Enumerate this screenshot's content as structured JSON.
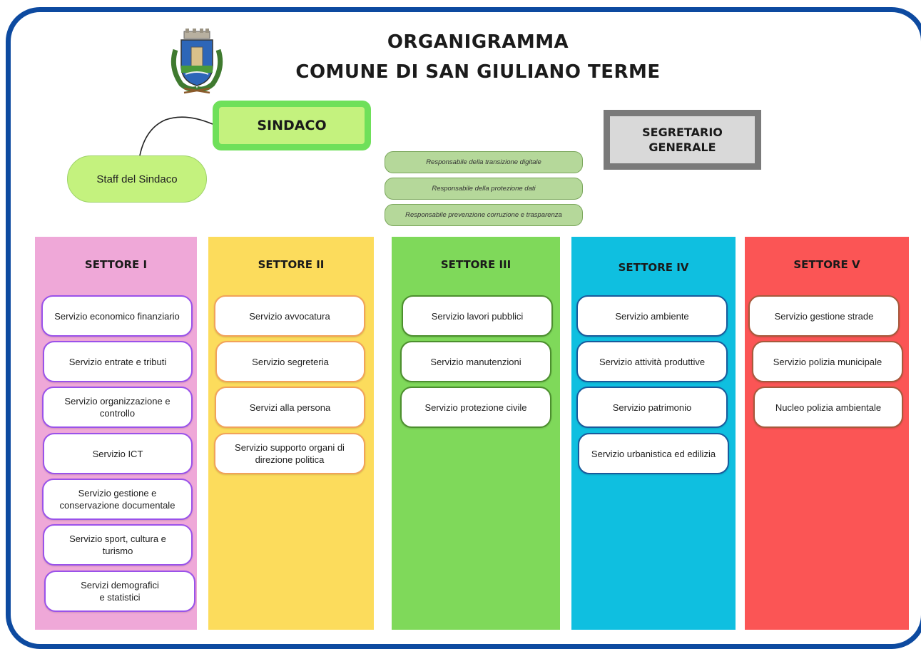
{
  "header": {
    "title_line1": "ORGANIGRAMMA",
    "title_line2": "COMUNE DI SAN GIULIANO TERME",
    "crest_icon": "municipal-coat-of-arms"
  },
  "sindaco": {
    "label": "SINDACO",
    "staff": "Staff del Sindaco"
  },
  "segretario": {
    "label": "SEGRETARIO\nGENERALE"
  },
  "responsabili": [
    "Responsabile della transizione digitale",
    "Responsabile della protezione dati",
    "Responsabile prevenzione corruzione e trasparenza"
  ],
  "settori": [
    {
      "title": "SETTORE I",
      "color": "#efa8d8",
      "services": [
        "Servizio economico finanziario",
        "Servizio entrate e tributi",
        "Servizio organizzazione e\ncontrollo",
        "Servizio ICT",
        "Servizio gestione e\nconservazione documentale",
        "Servizio sport, cultura e\nturismo",
        "Servizi demografici\ne statistici"
      ]
    },
    {
      "title": "SETTORE II",
      "color": "#fcdc5c",
      "services": [
        "Servizio avvocatura",
        "Servizio segreteria",
        "Servizi alla persona",
        "Servizio supporto organi di\ndirezione politica"
      ]
    },
    {
      "title": "SETTORE III",
      "color": "#7fd95a",
      "services": [
        "Servizio lavori pubblici",
        "Servizio manutenzioni",
        "Servizio protezione civile"
      ]
    },
    {
      "title": "SETTORE IV",
      "color": "#0fbfe0",
      "services": [
        "Servizio ambiente",
        "Servizio attività produttive",
        "Servizio patrimonio",
        "Servizio urbanistica ed edilizia"
      ]
    },
    {
      "title": "SETTORE V",
      "color": "#fb5555",
      "services": [
        "Servizio gestione strade",
        "Servizio polizia municipale",
        "Nucleo polizia ambientale"
      ]
    }
  ]
}
